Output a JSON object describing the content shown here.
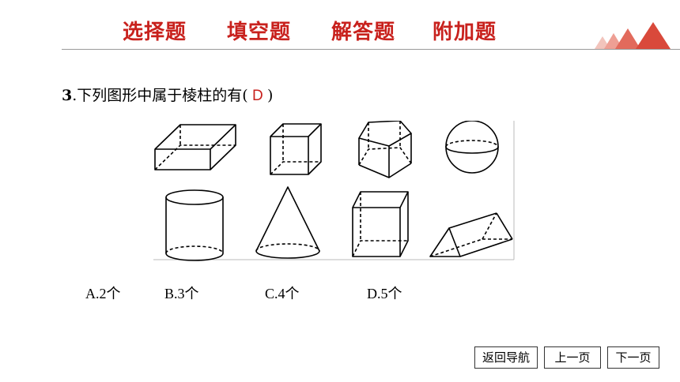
{
  "header": {
    "tabs": [
      {
        "label": "选择题"
      },
      {
        "label": "填空题"
      },
      {
        "label": "解答题"
      },
      {
        "label": "附加题"
      }
    ],
    "accent_color": "#c8211d"
  },
  "question": {
    "number": "3",
    "text": ".下列图形中属于棱柱的有(",
    "answer": " D ",
    "close": ")"
  },
  "figure": {
    "shapes": [
      "rectangular-prism",
      "cube",
      "pentagonal-prism",
      "sphere",
      "cylinder",
      "cone",
      "square-prism",
      "triangular-prism"
    ]
  },
  "options": [
    {
      "label": "A.2个"
    },
    {
      "label": "B.3个"
    },
    {
      "label": "C.4个"
    },
    {
      "label": "D.5个"
    }
  ],
  "nav": {
    "back_label": "返回导航",
    "prev_label": "上一页",
    "next_label": "下一页"
  }
}
